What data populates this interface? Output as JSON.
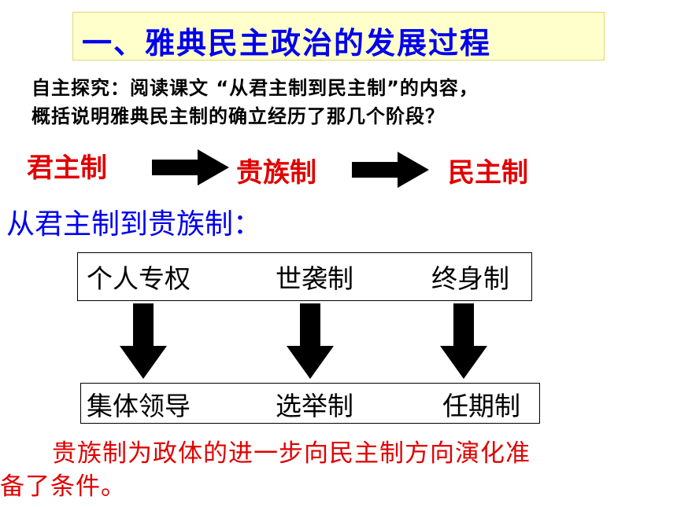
{
  "title": "一、雅典民主政治的发展过程",
  "question": {
    "line1": "自主探究：阅读课文  “从君主制到民主制”的内容，",
    "line2": "概括说明雅典民主制的确立经历了那几个阶段？"
  },
  "stages": [
    "君主制",
    "贵族制",
    "民主制"
  ],
  "subheading": "从君主制到贵族制：",
  "from_row": [
    "个人专权",
    "世袭制",
    "终身制"
  ],
  "to_row": [
    "集体领导",
    "选举制",
    "任期制"
  ],
  "conclusion": {
    "line1": "贵族制为政体的进一步向民主制方向演化准",
    "line2": "备了条件。"
  },
  "colors": {
    "title": "#0000ee",
    "title_bg": "#ffffcc",
    "stage": "#e00000",
    "subheading": "#0000ee",
    "conclusion": "#e00000"
  },
  "icons": [
    "right-arrow-icon",
    "down-arrow-icon"
  ]
}
